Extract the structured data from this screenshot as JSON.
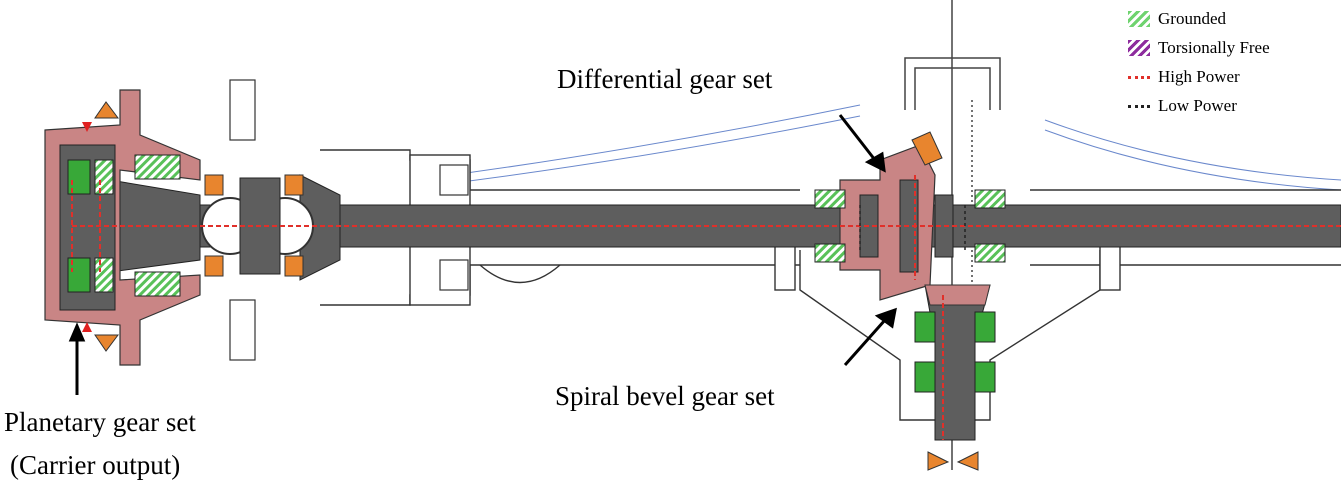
{
  "labels": {
    "differential": "Differential gear set",
    "spiral_bevel": "Spiral bevel gear set",
    "planetary_line1": "Planetary gear set",
    "planetary_line2": "(Carrier output)"
  },
  "legend": [
    {
      "label": "Grounded",
      "color": "#6fd36f"
    },
    {
      "label": "Torsionally Free",
      "color": "#8e2c9e"
    },
    {
      "label": "High Power",
      "color": "#e0302a"
    },
    {
      "label": "Low Power",
      "color": "#222222"
    }
  ],
  "colors": {
    "shaft": "#5e5e5e",
    "housing": "#c98585",
    "bearing": "#38a838",
    "gear": "#e8852e",
    "outline": "#333333",
    "thin_line": "#6a88cc"
  }
}
